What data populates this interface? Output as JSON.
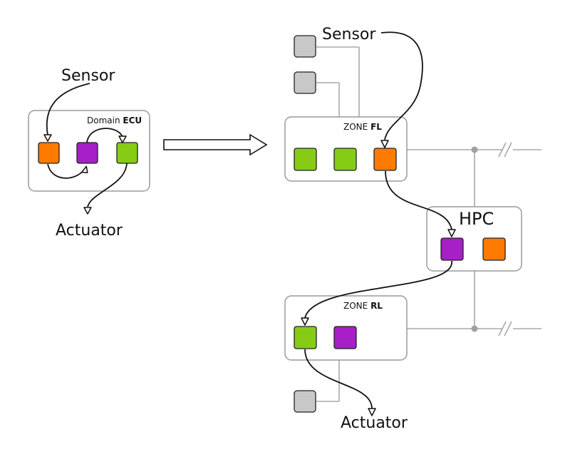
{
  "colors": {
    "orange": "#ff7a00",
    "purple": "#a61fc7",
    "green": "#86cc14",
    "gray": "#c8c8c8"
  },
  "left": {
    "sensor_label": "Sensor",
    "actuator_label": "Actuator",
    "ecu_label_prefix": "Domain",
    "ecu_label_bold": "ECU"
  },
  "right": {
    "sensor_label": "Sensor",
    "actuator_label": "Actuator",
    "zone_fl_prefix": "ZONE",
    "zone_fl_bold": "FL",
    "zone_rl_prefix": "ZONE",
    "zone_rl_bold": "RL",
    "hpc_label": "HPC"
  }
}
